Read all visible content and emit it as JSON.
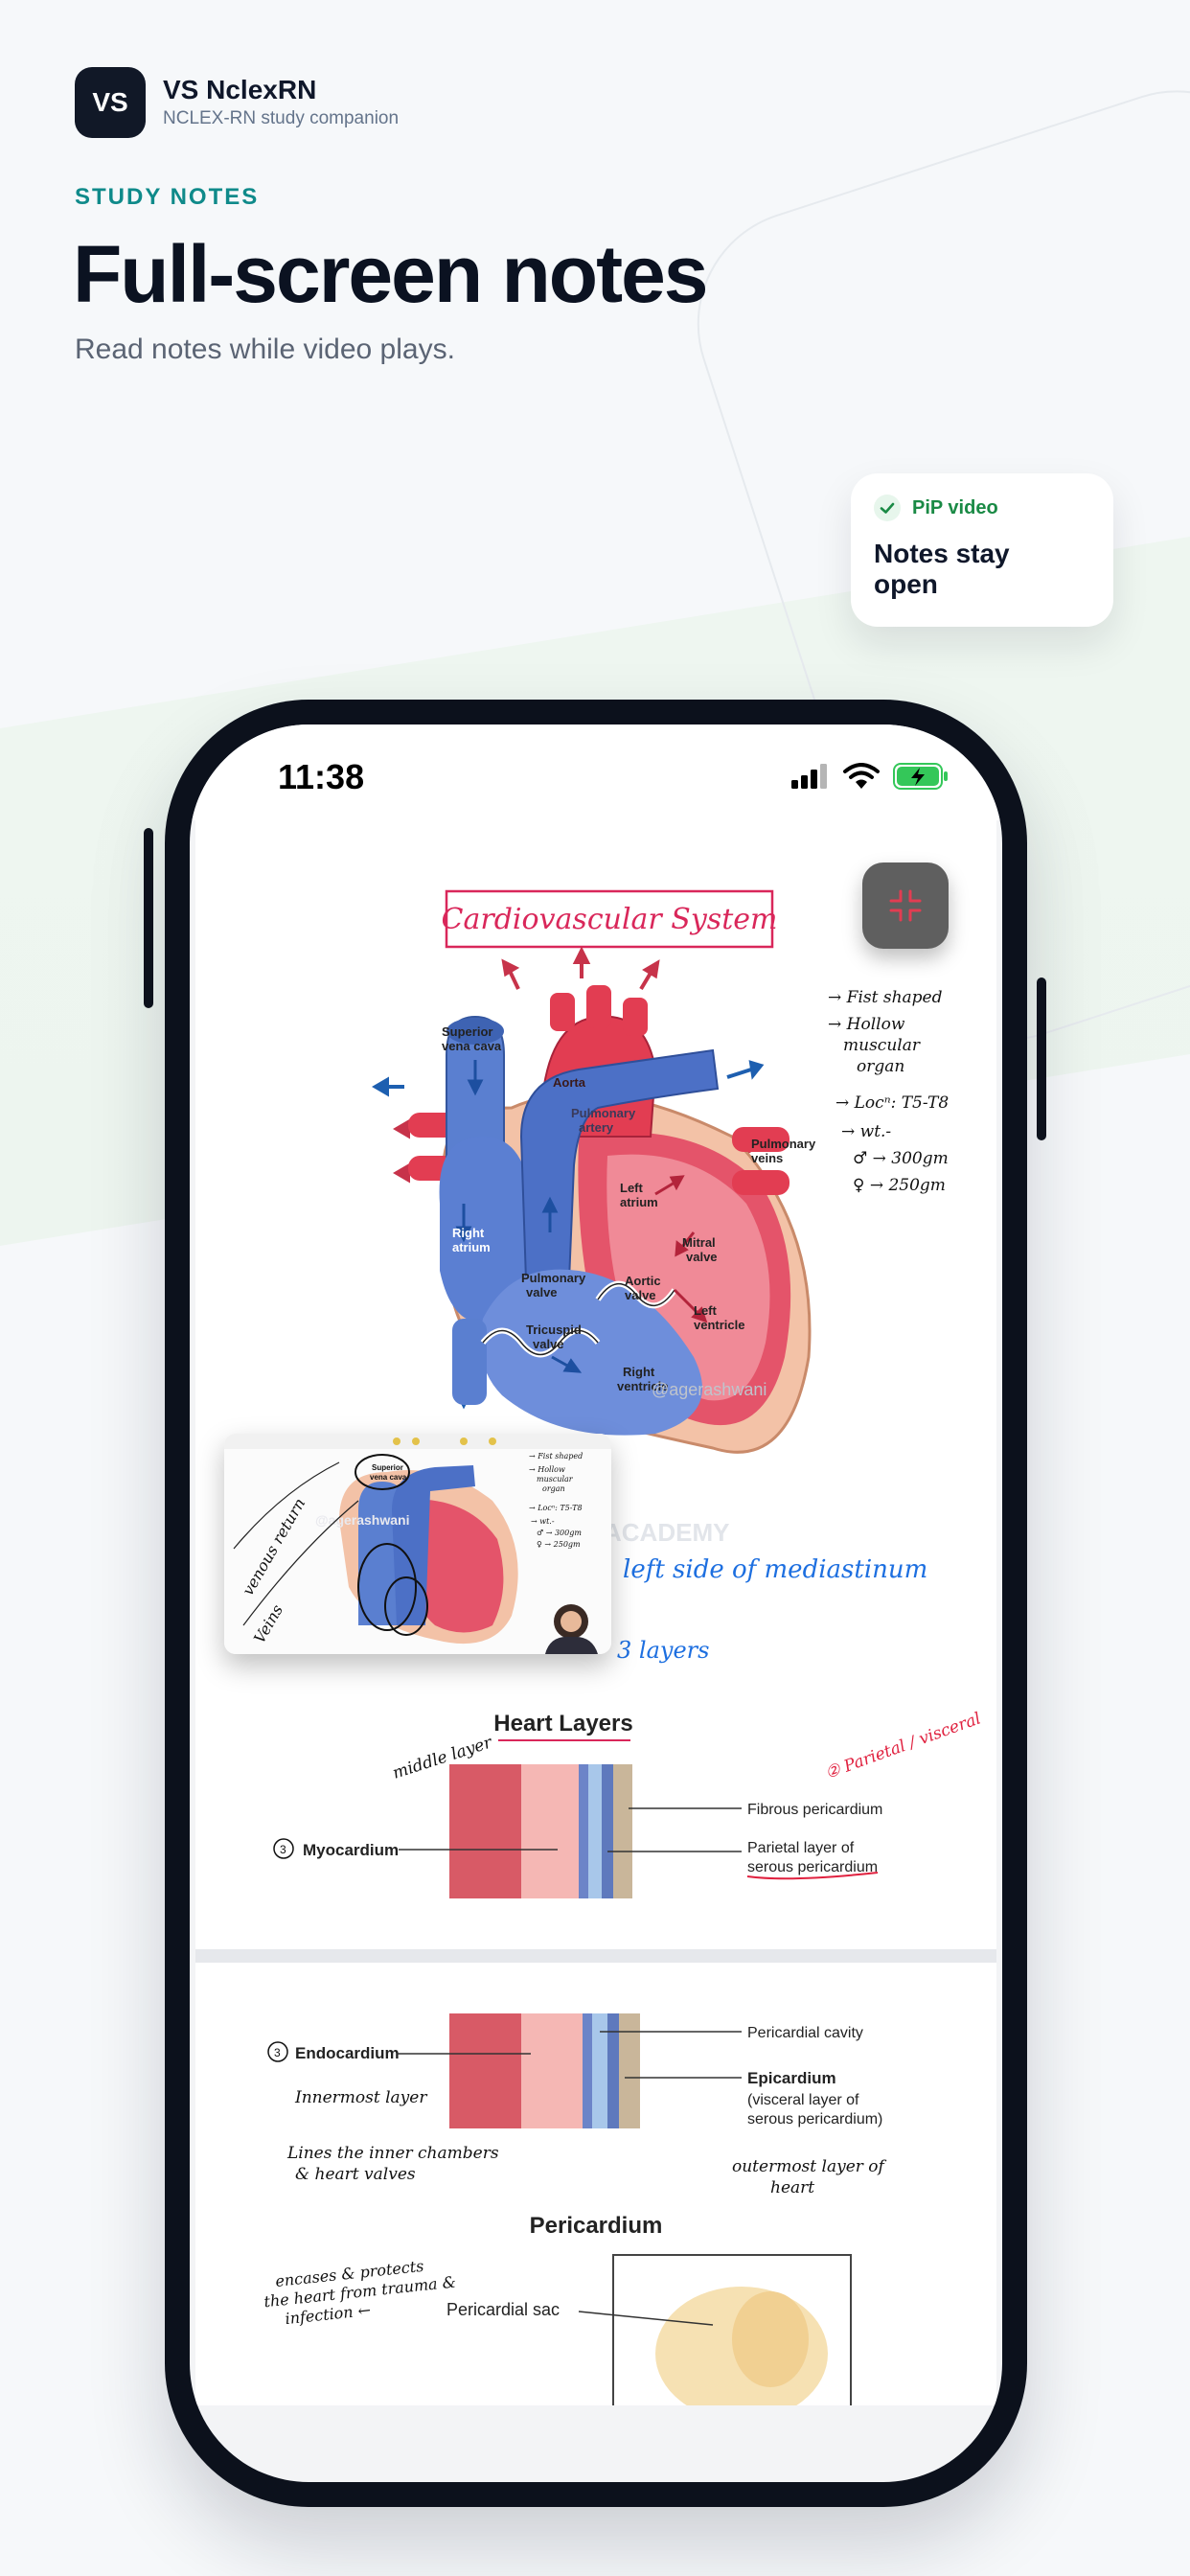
{
  "app": {
    "logo": "VS",
    "name": "VS NclexRN",
    "tagline": "NCLEX-RN study companion"
  },
  "hero": {
    "eyebrow": "STUDY NOTES",
    "title": "Full-screen notes",
    "subtitle": "Read notes while video plays."
  },
  "badge_card": {
    "badge": "PiP video",
    "title": "Notes stay open"
  },
  "status_bar": {
    "time": "11:38"
  },
  "notes": {
    "title": "Cardiovascular System",
    "heart_labels": {
      "svc": [
        "Superior",
        "vena cava"
      ],
      "aorta": "Aorta",
      "pulmonary_artery": [
        "Pulmonary",
        "artery"
      ],
      "pulmonary_veins": [
        "Pulmonary",
        "veins"
      ],
      "left_atrium": [
        "Left",
        "atrium"
      ],
      "right_atrium": [
        "Right",
        "atrium"
      ],
      "mitral_valve": [
        "Mitral",
        "valve"
      ],
      "pulmonary_valve": [
        "Pulmonary",
        "valve"
      ],
      "aortic_valve": [
        "Aortic",
        "valve"
      ],
      "tricuspid_valve": [
        "Tricuspid",
        "valve"
      ],
      "left_ventricle": [
        "Left",
        "ventricle"
      ],
      "right_ventricle": [
        "Right",
        "ventricle"
      ]
    },
    "side_notes": [
      "→ Fist shaped",
      "→ Hollow",
      "muscular",
      "organ",
      "→ Locⁿ: T5-T8",
      "→ wt.-",
      "♂ → 300gm",
      "♀ → 250gm"
    ],
    "watermark_name": "@agerashwani",
    "watermark_academy": "ACADEMY",
    "blue_note_1": "left side of mediastinum",
    "blue_note_2": "3 layers",
    "heart_layers_title": "Heart Layers",
    "middle_layer": "middle layer",
    "myocardium": "Myocardium",
    "parietal_visceral": "② Parietal / visceral",
    "fibrous_pericardium": "Fibrous pericardium",
    "parietal_layer": [
      "Parietal layer of",
      "serous pericardium"
    ],
    "endocardium": "Endocardium",
    "innermost": "Innermost layer",
    "lines_chambers": [
      "Lines the inner chambers",
      "& heart valves"
    ],
    "pericardial_cavity": "Pericardial cavity",
    "epicardium": "Epicardium",
    "visceral_layer": [
      "(visceral layer of",
      "serous pericardium)"
    ],
    "outermost": [
      "outermost layer of",
      "heart"
    ],
    "pericardium_title": "Pericardium",
    "encases": [
      "encases & protects",
      "the heart from trauma &",
      "infection ←"
    ],
    "pericardial_sac": "Pericardial sac"
  },
  "pip": {
    "watermark": "@agerashwani",
    "hand_1": "venous return",
    "hand_2": "Veins"
  },
  "colors": {
    "accent_teal": "#0f8a8a",
    "success_green": "#1a8a45",
    "title_pink": "#d9275a",
    "note_blue": "#1d6fe0",
    "note_red": "#e0213f"
  }
}
